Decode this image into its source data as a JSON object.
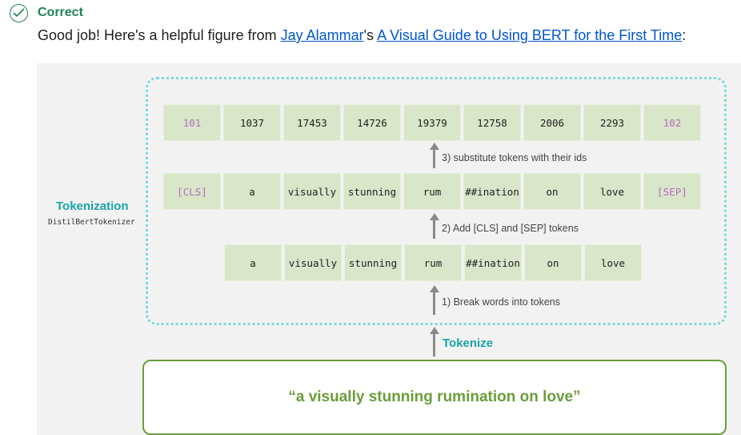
{
  "header": {
    "status": "Correct",
    "feedback_prefix": "Good job! Here's a helpful figure from ",
    "author_link": "Jay Alammar",
    "possessive": "'s ",
    "article_link": "A Visual Guide to Using BERT for the First Time",
    "suffix": ":"
  },
  "figure": {
    "section_title": "Tokenization",
    "section_subtitle": "DistilBertTokenizer",
    "id_row": [
      "101",
      "1037",
      "17453",
      "14726",
      "19379",
      "12758",
      "2006",
      "2293",
      "102"
    ],
    "token_row": [
      "[CLS]",
      "a",
      "visually",
      "stunning",
      "rum",
      "##ination",
      "on",
      "love",
      "[SEP]"
    ],
    "break_row": [
      "a",
      "visually",
      "stunning",
      "rum",
      "##ination",
      "on",
      "love"
    ],
    "step3": "3) substitute tokens with their ids",
    "step2": "2) Add [CLS] and [SEP] tokens",
    "step1": "1) Break words into tokens",
    "tokenize_label": "Tokenize",
    "sentence": "“a visually stunning rumination on love”",
    "colors": {
      "special_token": "#b66bc2",
      "cell": "#d9e6c9",
      "accent": "#1aa6a6",
      "sentence": "#6a9e3a"
    }
  }
}
